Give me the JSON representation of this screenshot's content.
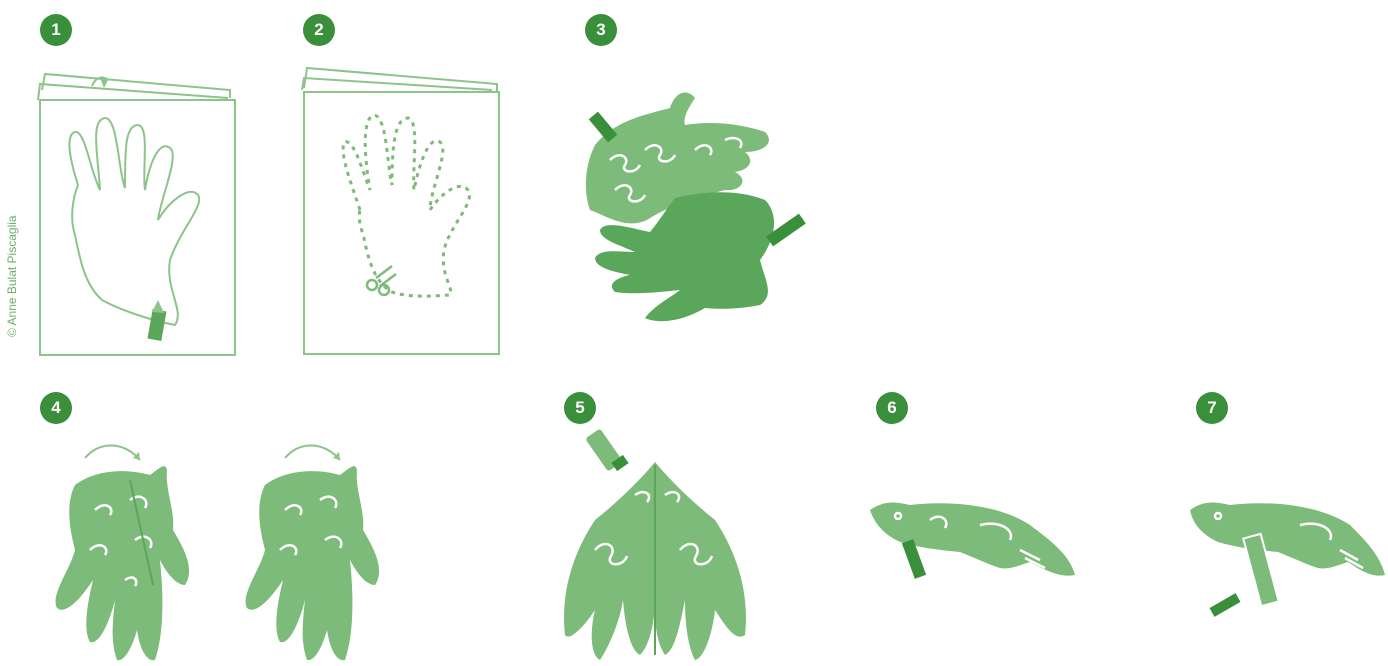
{
  "copyright": "© Anne Bulat Piscaglia",
  "steps": [
    {
      "number": "1"
    },
    {
      "number": "2"
    },
    {
      "number": "3"
    },
    {
      "number": "4"
    },
    {
      "number": "5"
    },
    {
      "number": "6"
    },
    {
      "number": "7"
    }
  ],
  "colors": {
    "badge": "#3a8f3a",
    "fill_light": "#7dbb7a",
    "fill_dark": "#5aa65a",
    "line": "#8cc48a"
  }
}
